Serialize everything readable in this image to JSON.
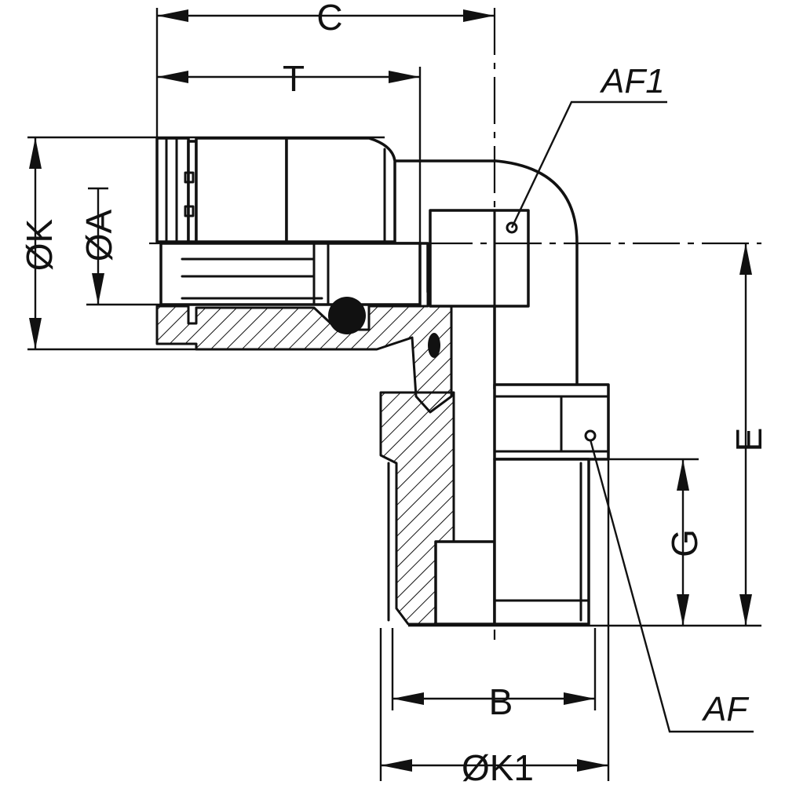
{
  "drawing": {
    "dimensions": {
      "c": "C",
      "t": "T",
      "af1": "AF1",
      "ok": "ØK",
      "oa": "ØA",
      "e": "E",
      "g": "G",
      "b": "B",
      "af": "AF",
      "ok1": "ØK1"
    }
  }
}
